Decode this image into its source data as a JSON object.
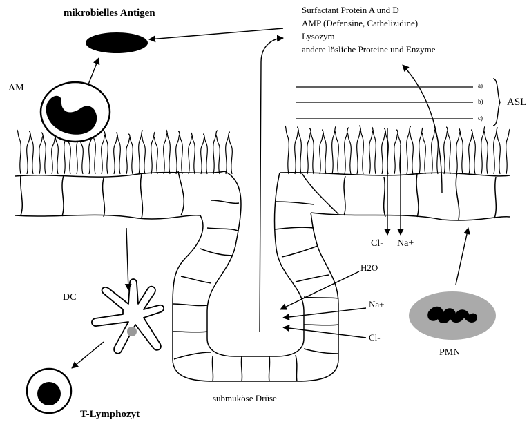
{
  "labels": {
    "antigen": "mikrobielles Antigen",
    "am": "AM",
    "dc": "DC",
    "t_lymphocyte": "T-Lymphozyt",
    "gland": "submuköse Drüse",
    "pmn": "PMN",
    "cl_upper": "Cl-",
    "na_upper": "Na+",
    "h2o": "H2O",
    "na_lower": "Na+",
    "cl_lower": "Cl-",
    "asl": "ASL",
    "asl_a": "a)",
    "asl_b": "b)",
    "asl_c": "c)"
  },
  "secreted_substances": [
    "Surfactant Protein A und D",
    "AMP (Defensine, Cathelizidine)",
    "Lysozym",
    "andere lösliche Proteine und Enzyme"
  ]
}
